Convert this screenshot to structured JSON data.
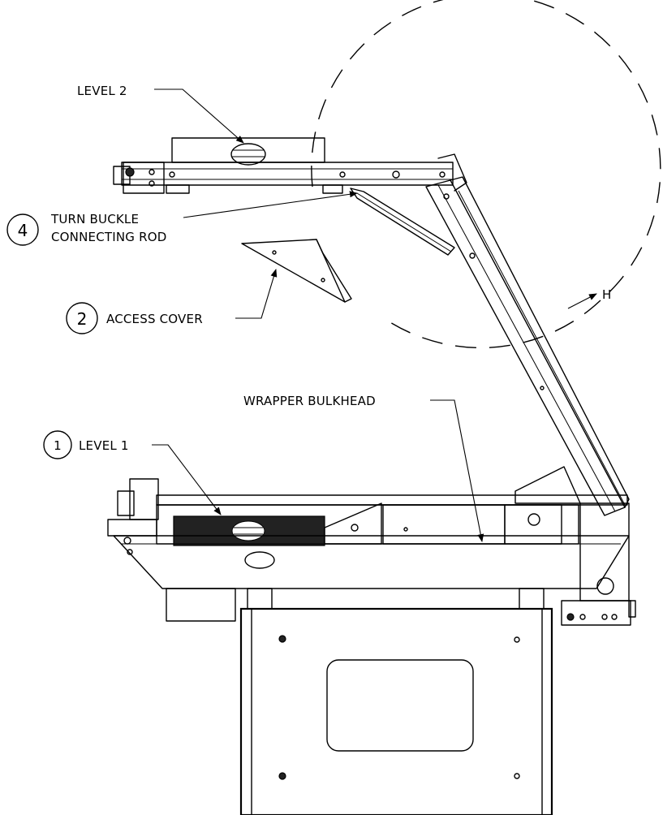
{
  "callouts": {
    "level2": "LEVEL 2",
    "turnbuckle_num": "4",
    "turnbuckle_line1": "TURN BUCKLE",
    "turnbuckle_line2": "CONNECTING ROD",
    "access_num": "2",
    "access_label": "ACCESS COVER",
    "wrapper_label": "WRAPPER BULKHEAD",
    "level1_num": "1",
    "level1_label": "LEVEL 1",
    "arc_label": "H"
  }
}
